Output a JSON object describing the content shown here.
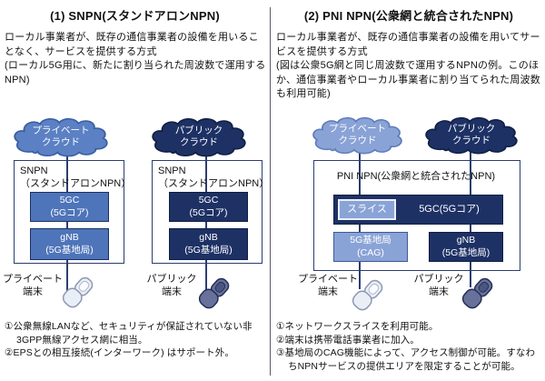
{
  "panels": {
    "left": {
      "title": "(1) SNPN(スタンドアロンNPN)",
      "description": "ローカル事業者が、既存の通信事業者の設備を用いることなく、サービスを提供する方式\n(ローカル5G用に、新たに割り当られた周波数で運用するNPN)",
      "diagram": {
        "columns": [
          {
            "cloud": "プライベート\nクラウド",
            "network_label": "SNPN\n（スタンドアロンNPN）",
            "core": "5GC\n(5Gコア)",
            "ran": "gNB\n(5G基地局)",
            "terminal": "プライベート\n端末"
          },
          {
            "cloud": "パブリック\nクラウド",
            "network_label": "SNPN\n（スタンドアロンNPN）",
            "core": "5GC\n(5Gコア)",
            "ran": "gNB\n(5G基地局)",
            "terminal": "パブリック\n端末"
          }
        ]
      },
      "notes": [
        "①公衆無線LANなど、セキュリティが保証されていない非3GPP無線アクセス網に相当。",
        "②EPSとの相互接続(インターワーク) はサポート外。"
      ]
    },
    "right": {
      "title": "(2) PNI NPN(公衆網と統合されたNPN)",
      "description": "ローカル事業者が、既存の通信事業者の設備を用いてサービスを提供する方式\n(図は公衆5G網と同じ周波数で運用するNPNの例。このほか、通信事業者やローカル事業者に割り当てられた周波数も利用可能)",
      "diagram": {
        "private_cloud": "プライベート\nクラウド",
        "public_cloud": "パブリック\nクラウド",
        "network_label": "PNI NPN(公衆網と統合されたNPN)",
        "slice": "スライス",
        "core": "5GC(5Gコア)",
        "private_ran": "5G基地局\n(CAG)",
        "public_ran": "gNB\n(5G基地局)",
        "private_terminal": "プライベート\n端末",
        "public_terminal": "パブリック\n端末"
      },
      "notes": [
        "①ネットワークスライスを利用可能。",
        "②端末は携帯電話事業者に加入。",
        "③基地局のCAG機能によって、アクセス制御が可能。すなわちNPNサービスの提供エリアを限定することが可能。"
      ]
    }
  },
  "colors": {
    "medium_blue": "#4e74b9",
    "dark_navy": "#1e3165",
    "light_blue": "#8aa3d6",
    "outline_navy": "#2c3e6e"
  }
}
